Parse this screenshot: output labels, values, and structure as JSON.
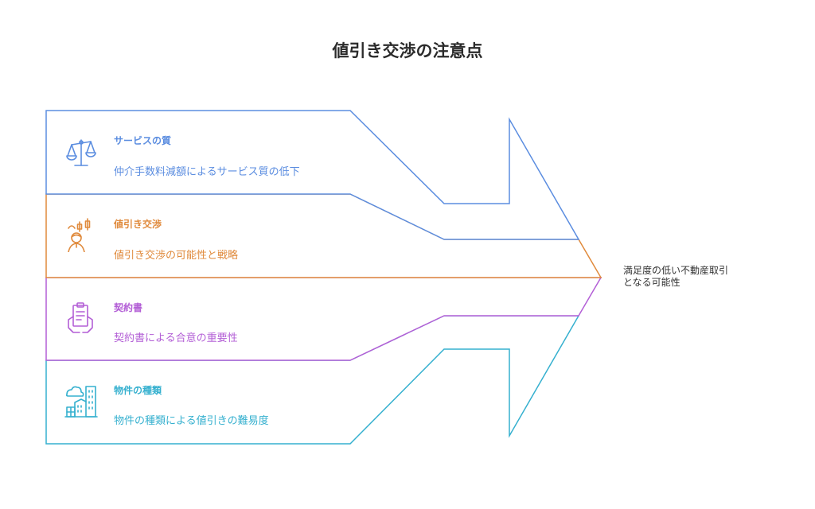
{
  "title": "値引き交渉の注意点",
  "items": [
    {
      "title": "サービスの質",
      "description": "仲介手数料減額によるサービス質の低下",
      "icon": "scales-icon",
      "color": "#5b8de0"
    },
    {
      "title": "値引き交渉",
      "description": "値引き交渉の可能性と戦略",
      "icon": "negotiator-chart-icon",
      "color": "#e08a3c"
    },
    {
      "title": "契約書",
      "description": "契約書による合意の重要性",
      "icon": "contract-document-icon",
      "color": "#b35fd6"
    },
    {
      "title": "物件の種類",
      "description": "物件の種類による値引きの難易度",
      "icon": "buildings-icon",
      "color": "#35b0cf"
    }
  ],
  "outcome": {
    "line1": "満足度の低い不動産取引",
    "line2": "となる可能性"
  }
}
